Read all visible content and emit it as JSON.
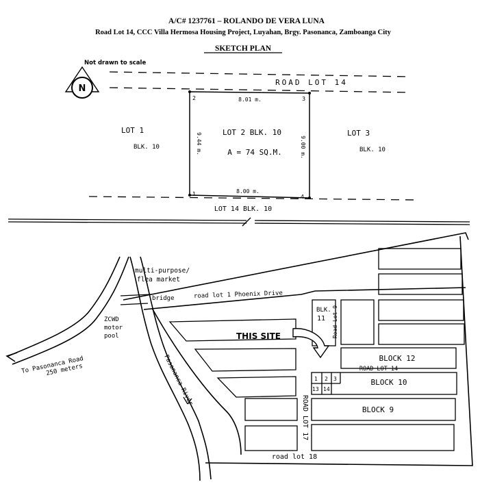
{
  "header": {
    "account_line": "A/C# 1237761   – ROLANDO DE VERA LUNA",
    "address_line": "Road Lot 14, CCC Villa Hermosa Housing Project, Luyahan, Brgy. Pasonanca, Zamboanga City",
    "plan_title": "SKETCH PLAN"
  },
  "sketch": {
    "scale_note": "Not drawn to scale",
    "north_label": "N",
    "road_top": "ROAD  LOT  14",
    "corner_1": "1",
    "corner_2": "2",
    "corner_3": "3",
    "corner_4": "4",
    "dim_top": "8.01 m.",
    "dim_bottom": "8.00 m.",
    "dim_left": "9.44 m.",
    "dim_right": "9.00 m.",
    "lot2_label": "LOT 2   BLK. 10",
    "area_label": "A = 74 SQ.M.",
    "lot1_label": "LOT  1",
    "lot1_block": "BLK. 10",
    "lot3_label": "LOT  3",
    "lot3_block": "BLK. 10",
    "bottom_lot": "LOT 14   BLK. 10"
  },
  "vicinity": {
    "multipurpose": "multi-purpose/",
    "flea_market": "flea market",
    "bridge": "bridge",
    "phoenix_drive": "road lot 1 Phoenix Drive",
    "zcwd_1": "ZCWD",
    "zcwd_2": "motor",
    "zcwd_3": "pool",
    "pasonanca_road_1": "To Pasonanca Road",
    "pasonanca_road_2": "250 meters",
    "river": "Pasonanca River",
    "this_site": "THIS SITE",
    "blk_11_a": "BLK.",
    "blk_11_b": "11",
    "road_lot_vertical": "Road Lot 9",
    "block_12": "BLOCK  12",
    "road_lot_14": "ROAD LOT 14",
    "block_10": "BLOCK  10",
    "block_9": "BLOCK  9",
    "road_lot_17": "ROAD LOT 17",
    "road_lot_18": "road lot 18",
    "cell_1": "1",
    "cell_2": "2",
    "cell_3": "3",
    "cell_13": "13",
    "cell_14": "14"
  }
}
